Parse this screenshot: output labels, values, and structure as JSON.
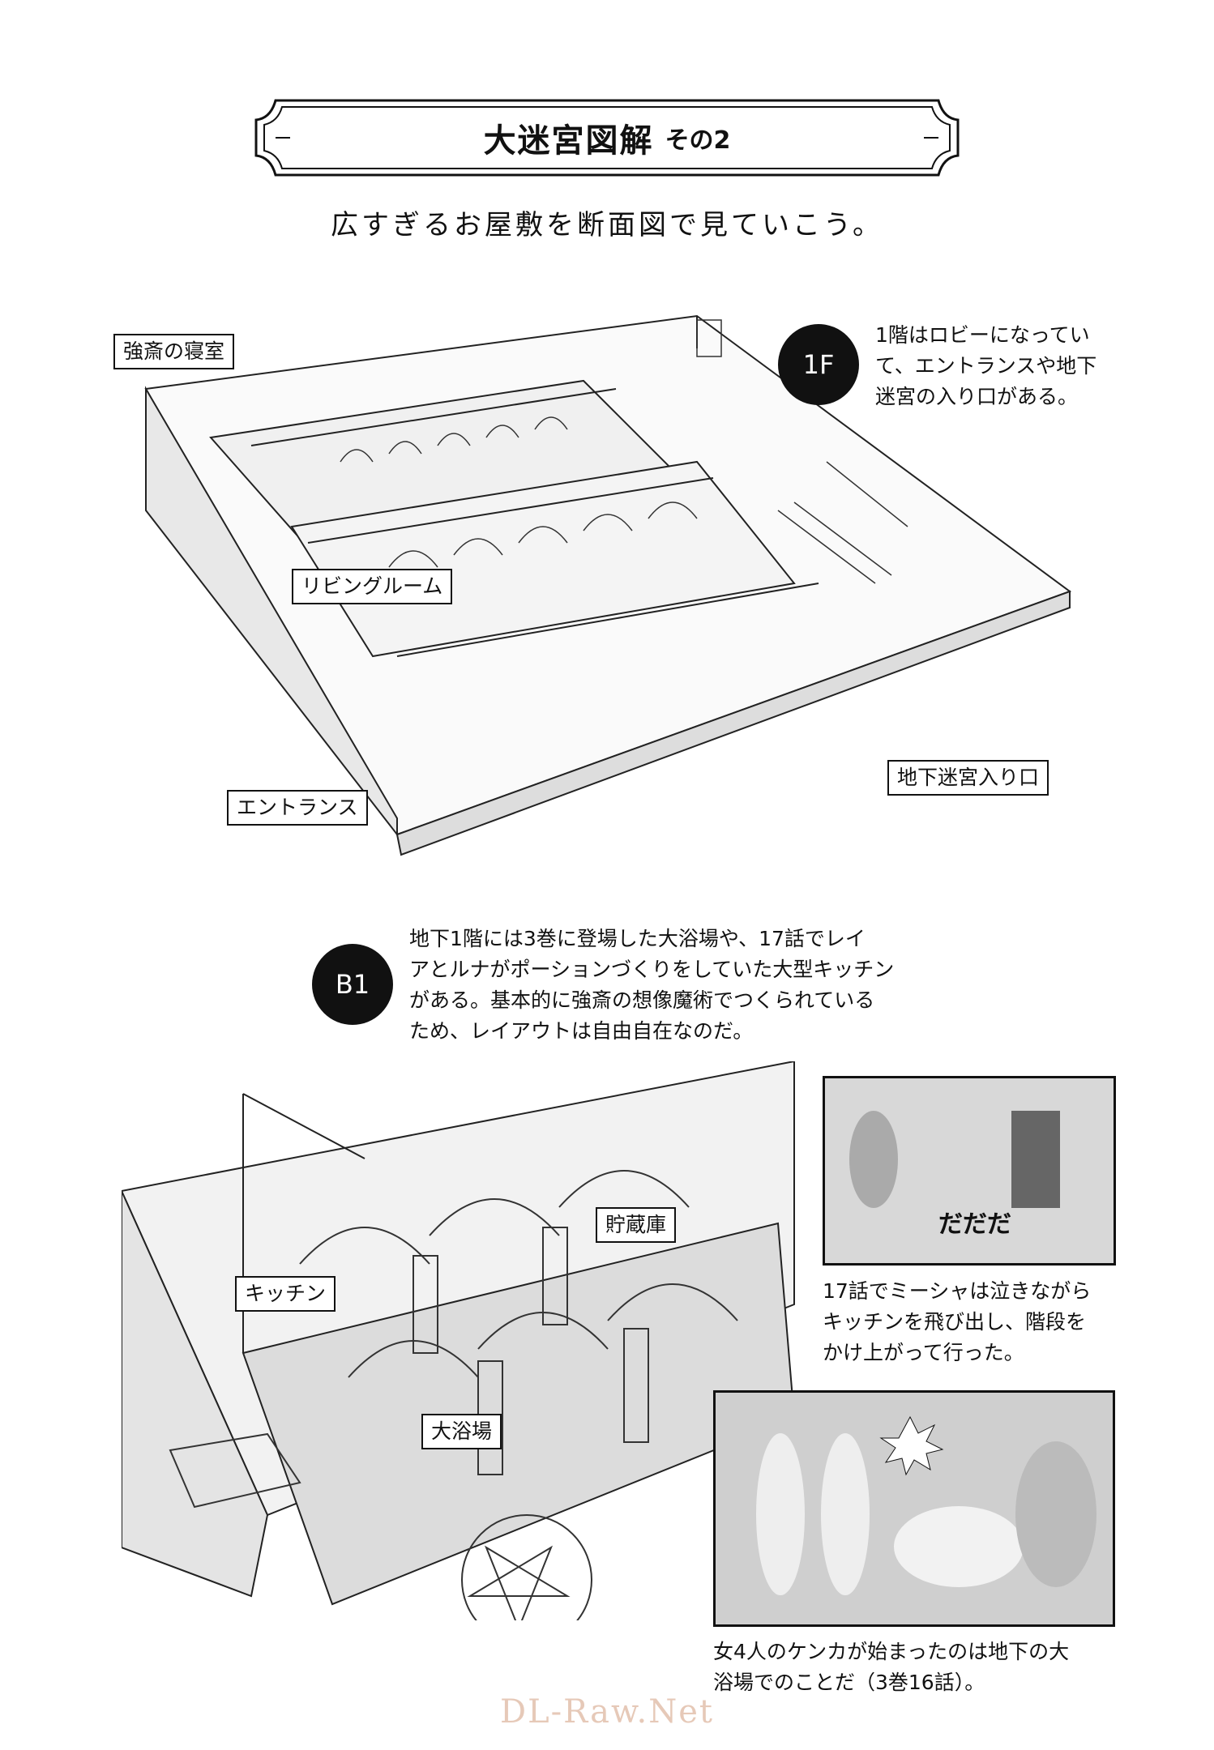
{
  "title": {
    "main": "大迷宮図解",
    "sub": "その2"
  },
  "subtitle": "広すぎるお屋敷を断面図で見ていこう。",
  "floor1": {
    "badge": "1F",
    "description": "1階はロビーになってい\nて、エントランスや地下\n迷宮の入り口がある。",
    "labels": {
      "bedroom": "強斎の寝室",
      "living": "リビングルーム",
      "entrance": "エントランス",
      "dungeon_entrance": "地下迷宮入り口"
    }
  },
  "basement1": {
    "badge": "B1",
    "description": "地下1階には3巻に登場した大浴場や、17話でレイ\nアとルナがポーションづくりをしていた大型キッチン\nがある。基本的に強斎の想像魔術でつくられている\nため、レイアウトは自由自在なのだ。",
    "labels": {
      "storage": "貯蔵庫",
      "kitchen": "キッチン",
      "bath": "大浴場"
    }
  },
  "panels": [
    {
      "caption": "17話でミーシャは泣きながら\nキッチンを飛び出し、階段を\nかけ上がって行った。",
      "sfx": "だだだ"
    },
    {
      "caption": "女4人のケンカが始まったのは地下の大\n浴場でのことだ（3巻16話）。"
    }
  ],
  "watermark": "DL-Raw.Net"
}
